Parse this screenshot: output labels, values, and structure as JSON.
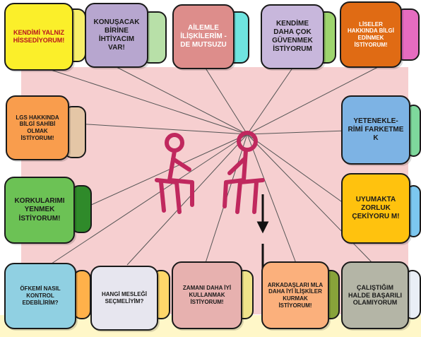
{
  "cards": {
    "c1": "KENDİMİ YALNIZ HİSSEDİYORUM!",
    "c2": "KONUŞACAK BİRİNE İHTİYACIM VAR!",
    "c3": "AİLEMLE İLİŞKİLERİM -DE MUTSUZU",
    "c4": "KENDİME DAHA ÇOK GÜVENMEK İSTİYORUM",
    "c5": "LİSELER HAKKINDA BİLGİ EDİNMEK İSTİYORUM!",
    "c6": "LGS HAKKINDA BİLGİ SAHİBİ OLMAK İSTİYORUM!",
    "c7": "YETENEKLE-RİMİ FARKETME K",
    "c8": "KORKULARIMI YENMEK İSTİYORUM!",
    "c9": "UYUMAKTA ZORLUK ÇEKİYORU M!",
    "c10": "ÖFKEMİ NASIL KONTROL EDEBİLİRİM?",
    "c11": "HANGİ MESLEĞİ SEÇMELİYİM?",
    "c12": "ZAMANI DAHA İYİ KULLANMAK İSTİYORUM!",
    "c13": "ARKADAŞLARI MLA DAHA İYİ İLİŞKİLER KURMAK İSTİYORUM!",
    "c14": "ÇALIŞTIĞIM HALDE BAŞARILI OLAMIYORUM"
  },
  "colors": {
    "background_panel": "#f6cfd0",
    "figure_stroke": "#c0285e",
    "line_color": "#555555"
  }
}
